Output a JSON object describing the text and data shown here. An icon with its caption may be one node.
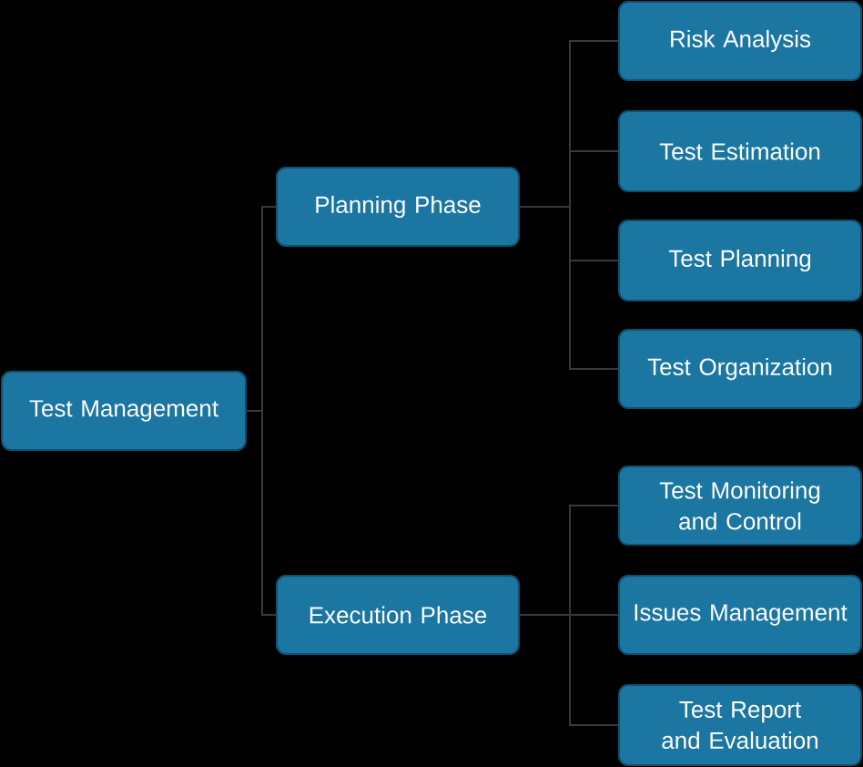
{
  "diagram": {
    "nodes": [
      {
        "text": [
          "Test Management"
        ]
      },
      {
        "text": [
          "Planning Phase"
        ]
      },
      {
        "text": [
          "Execution Phase"
        ]
      },
      {
        "text": [
          "Risk Analysis"
        ]
      },
      {
        "text": [
          "Test Estimation"
        ]
      },
      {
        "text": [
          "Test Planning"
        ]
      },
      {
        "text": [
          "Test Organization"
        ]
      },
      {
        "text": [
          "Test Monitoring and Control"
        ]
      },
      {
        "text": [
          "Issues Management"
        ]
      },
      {
        "text": [
          "Test Report and Evaluation"
        ]
      }
    ],
    "edges": [
      {
        "from": 0,
        "to": 1,
        "arrow": "none"
      },
      {
        "from": 0,
        "to": 2,
        "arrow": "none"
      },
      {
        "from": 1,
        "to": 3,
        "arrow": "none"
      },
      {
        "from": 1,
        "to": 4,
        "arrow": "none"
      },
      {
        "from": 1,
        "to": 5,
        "arrow": "none"
      },
      {
        "from": 1,
        "to": 6,
        "arrow": "none"
      },
      {
        "from": 2,
        "to": 7,
        "arrow": "none"
      },
      {
        "from": 2,
        "to": 8,
        "arrow": "none"
      },
      {
        "from": 2,
        "to": 9,
        "arrow": "none"
      }
    ]
  }
}
